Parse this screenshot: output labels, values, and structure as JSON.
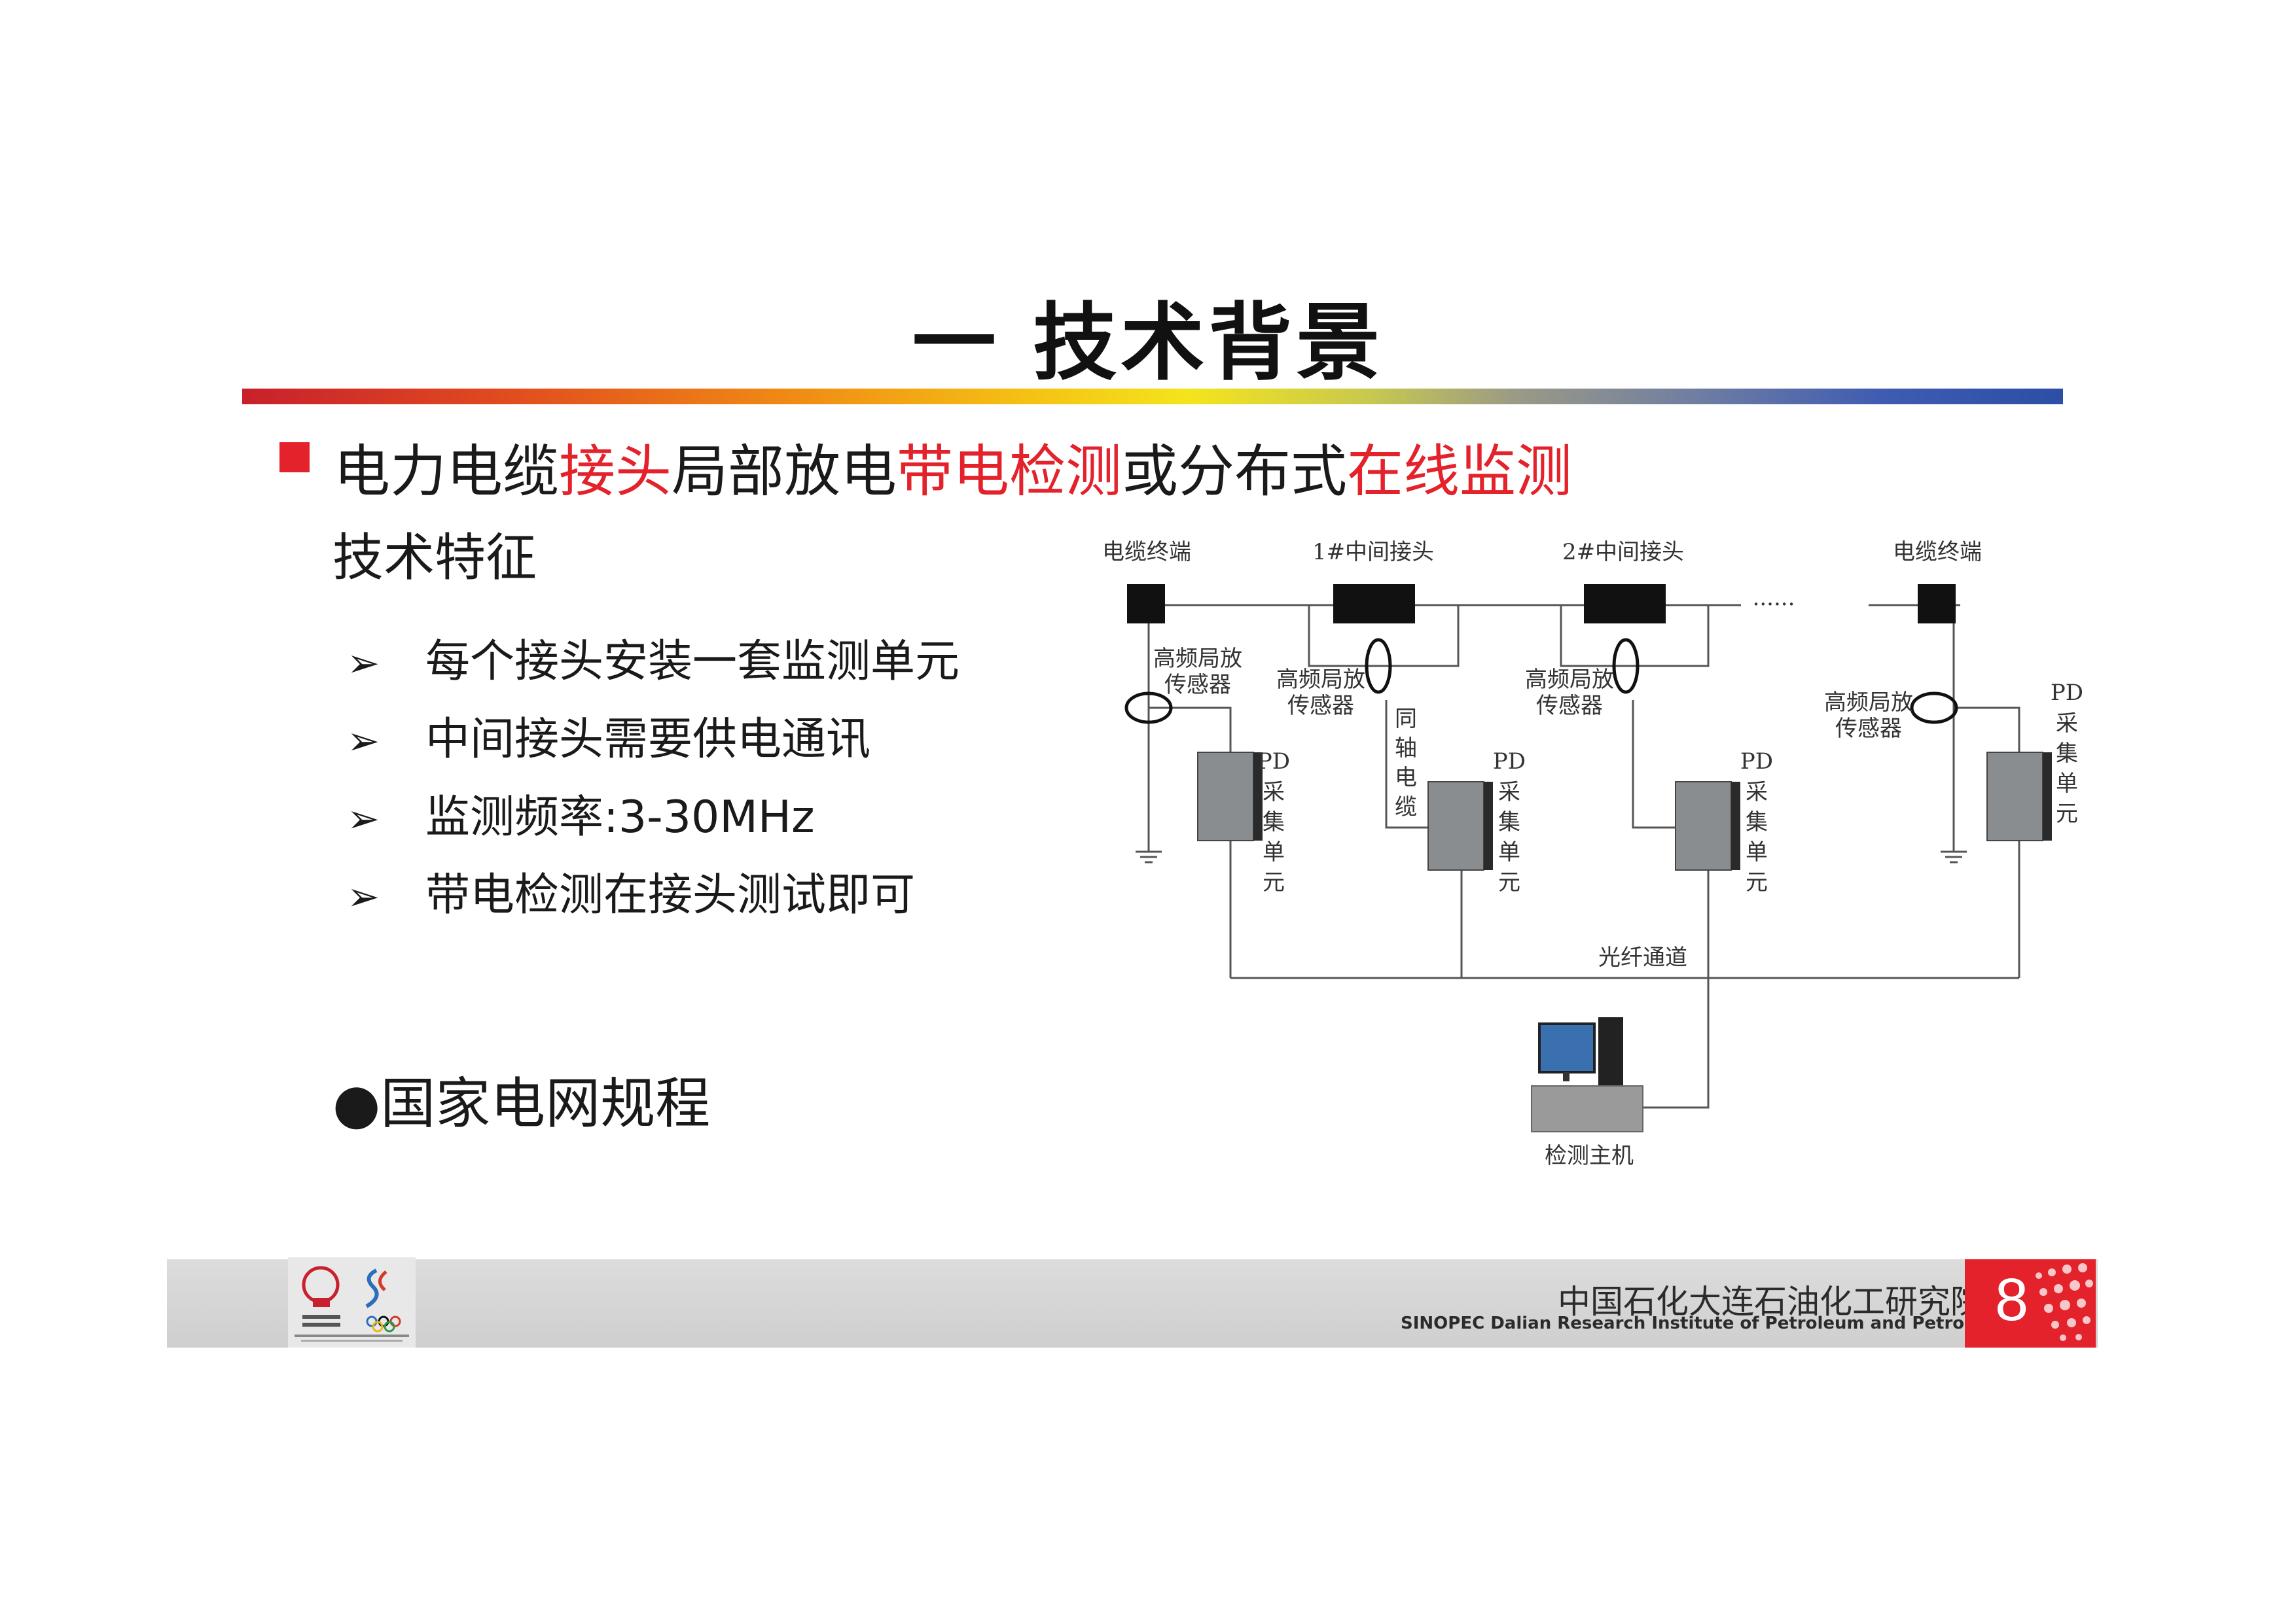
{
  "slide": {
    "title": "一  技术背景",
    "headline_parts": [
      "电力电缆",
      "接头",
      "局部放电",
      "带电检测",
      "或分布式",
      "在线监测"
    ],
    "subheading": "技术特征",
    "features": [
      "每个接头安装一套监测单元",
      "中间接头需要供电通讯",
      "监测频率:3-30MHz",
      "带电检测在接头测试即可"
    ],
    "bullet_item": "●国家电网规程",
    "colors": {
      "accent_red": "#e3222b",
      "text": "#1a1a1a"
    }
  },
  "diagram": {
    "top_labels": [
      "电缆终端",
      "1#中间接头",
      "2#中间接头",
      "电缆终端"
    ],
    "ellipsis": "......",
    "sensor_label_line1": "高频局放",
    "sensor_label_line2": "传感器",
    "coax_label": [
      "同",
      "轴",
      "电",
      "缆"
    ],
    "pd_unit_label": [
      "PD",
      "采",
      "集",
      "单",
      "元"
    ],
    "fiber_label": "光纤通道",
    "host_label": "检测主机"
  },
  "footer": {
    "institute_cn": "中国石化大连石油化工研究院",
    "institute_en": "SINOPEC Dalian Research Institute of Petroleum and Petrochemicals",
    "page_number": "8"
  }
}
